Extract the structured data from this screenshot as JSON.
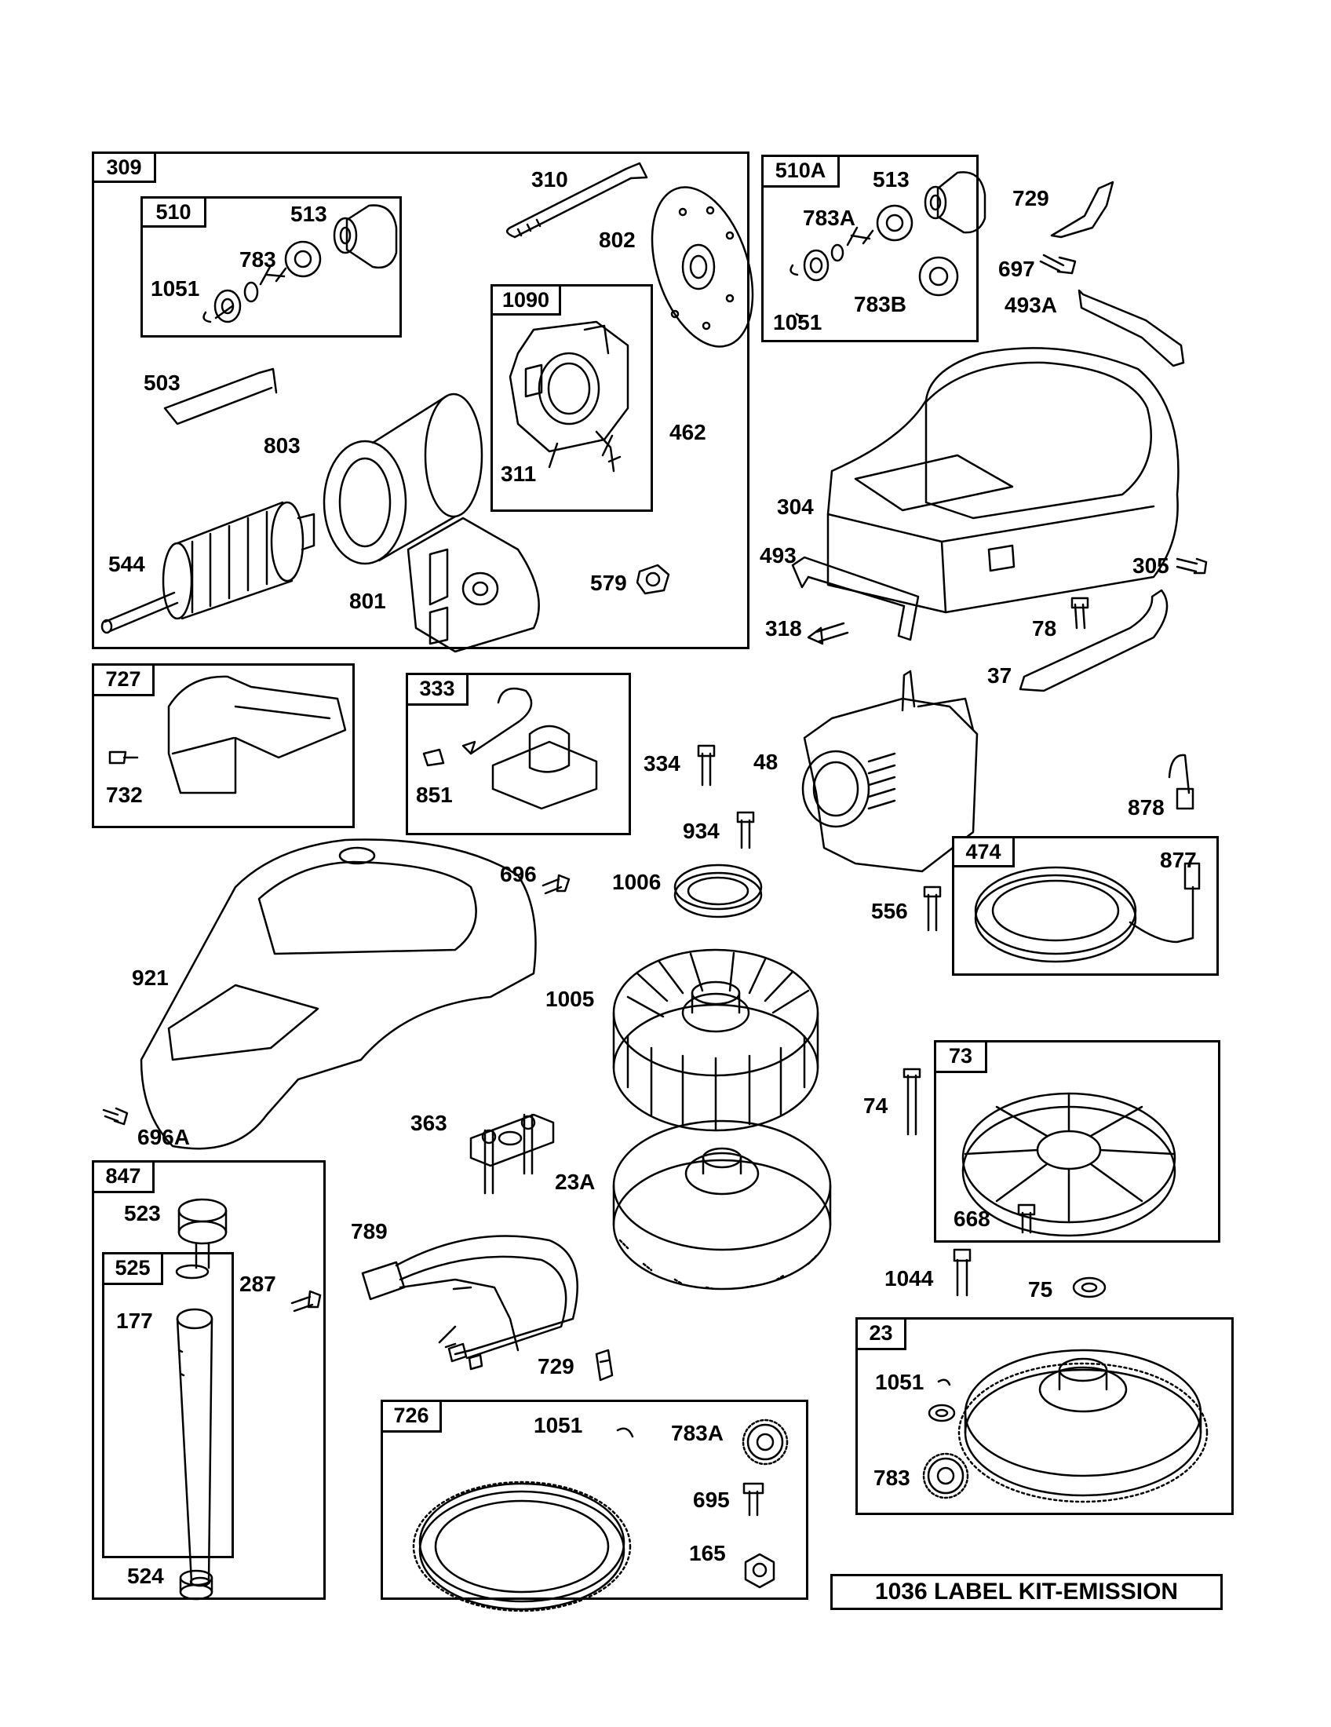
{
  "groups": {
    "g309": "309",
    "g510": "510",
    "g1090": "1090",
    "g510A": "510A",
    "g727": "727",
    "g333": "333",
    "g474": "474",
    "g73": "73",
    "g847": "847",
    "g525": "525",
    "g726": "726",
    "g23": "23"
  },
  "parts": {
    "p310": "310",
    "p513": "513",
    "p783": "783",
    "p1051": "1051",
    "p802": "802",
    "p503": "503",
    "p803": "803",
    "p311": "311",
    "p462": "462",
    "p544": "544",
    "p801": "801",
    "p579": "579",
    "p510A_513": "513",
    "p510A_783A": "783A",
    "p510A_1051": "1051",
    "p783B": "783B",
    "p729": "729",
    "p697": "697",
    "p493A": "493A",
    "p304": "304",
    "p493": "493",
    "p305": "305",
    "p318": "318",
    "p78": "78",
    "p37": "37",
    "p732": "732",
    "p851": "851",
    "p334": "334",
    "p48": "48",
    "p878": "878",
    "p934": "934",
    "p696": "696",
    "p1006": "1006",
    "p877": "877",
    "p556": "556",
    "p921": "921",
    "p1005": "1005",
    "p696A": "696A",
    "p363": "363",
    "p23A": "23A",
    "p74": "74",
    "p668": "668",
    "p1044": "1044",
    "p75": "75",
    "p523": "523",
    "p287": "287",
    "p177": "177",
    "p789": "789",
    "p729b": "729",
    "p524": "524",
    "p726_1051": "1051",
    "p726_783A": "783A",
    "p695": "695",
    "p165": "165",
    "p23_1051": "1051",
    "p23_783": "783"
  },
  "footer_label": "1036 LABEL KIT-EMISSION"
}
